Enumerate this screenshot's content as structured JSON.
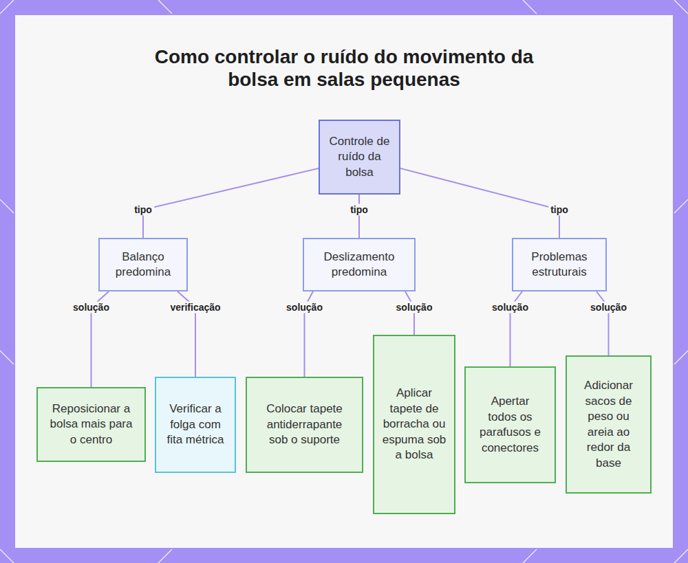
{
  "diagram": {
    "title": "Como controlar o ruído do movimento da bolsa em salas pequenas",
    "nodes": [
      {
        "text": [
          "Controle de ruído da bolsa"
        ]
      },
      {
        "text": [
          "Balanço predomina"
        ]
      },
      {
        "text": [
          "Deslizamento predomina"
        ]
      },
      {
        "text": [
          "Problemas estruturais"
        ]
      },
      {
        "text": [
          "Reposicionar a bolsa mais para o centro"
        ]
      },
      {
        "text": [
          "Verificar a folga com fita métrica"
        ]
      },
      {
        "text": [
          "Colocar tapete antiderrapante sob o suporte"
        ]
      },
      {
        "text": [
          "Aplicar tapete de borracha ou espuma sob a bolsa"
        ]
      },
      {
        "text": [
          "Apertar todos os parafusos e conectores"
        ]
      },
      {
        "text": [
          "Adicionar sacos de peso ou areia ao redor da base"
        ]
      }
    ],
    "edges": [
      {
        "from": 0,
        "to": 1,
        "label": "tipo",
        "arrow": "none"
      },
      {
        "from": 0,
        "to": 2,
        "label": "tipo",
        "arrow": "none"
      },
      {
        "from": 0,
        "to": 3,
        "label": "tipo",
        "arrow": "none"
      },
      {
        "from": 1,
        "to": 4,
        "label": "solução",
        "arrow": "none"
      },
      {
        "from": 1,
        "to": 5,
        "label": "verificação",
        "arrow": "none"
      },
      {
        "from": 2,
        "to": 6,
        "label": "solução",
        "arrow": "none"
      },
      {
        "from": 2,
        "to": 7,
        "label": "solução",
        "arrow": "none"
      },
      {
        "from": 3,
        "to": 8,
        "label": "solução",
        "arrow": "none"
      },
      {
        "from": 3,
        "to": 9,
        "label": "solução",
        "arrow": "none"
      }
    ]
  }
}
